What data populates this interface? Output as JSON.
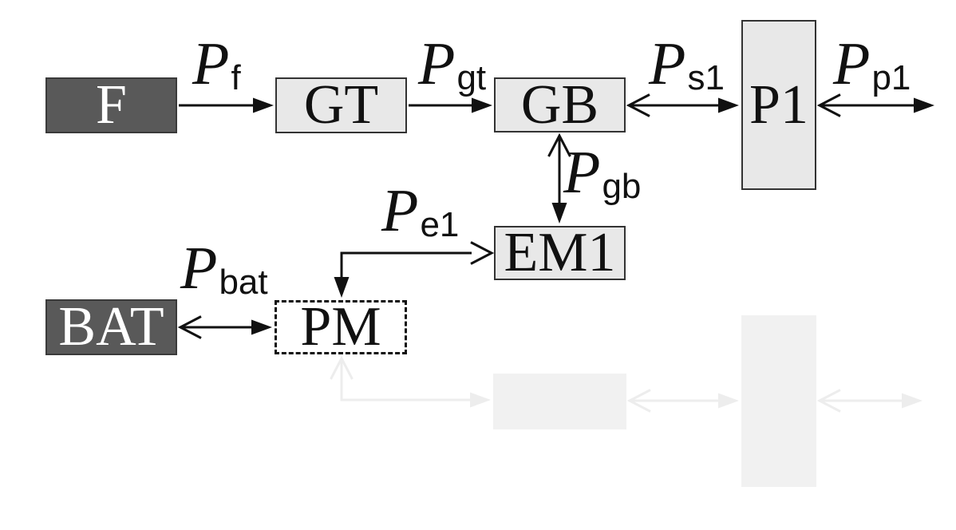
{
  "diagram": {
    "type": "block-diagram",
    "description": "Series-hybrid powertrain power-flow diagram with one faded (ghost) secondary propulsion channel",
    "blocks": {
      "f": {
        "label": "F"
      },
      "gt": {
        "label": "GT"
      },
      "gb": {
        "label": "GB"
      },
      "p1": {
        "label": "P1"
      },
      "em1": {
        "label": "EM1"
      },
      "pm": {
        "label": "PM"
      },
      "bat": {
        "label": "BAT"
      }
    },
    "flow_labels": {
      "pf": {
        "base": "P",
        "sub": "f"
      },
      "pgt": {
        "base": "P",
        "sub": "gt"
      },
      "ps1": {
        "base": "P",
        "sub": "s1"
      },
      "pp1": {
        "base": "P",
        "sub": "p1"
      },
      "pgb": {
        "base": "P",
        "sub": "gb"
      },
      "pe1": {
        "base": "P",
        "sub": "e1"
      },
      "pbat": {
        "base": "P",
        "sub": "bat"
      }
    },
    "connections": [
      {
        "from": "F",
        "to": "GT",
        "label": "P_f",
        "bidirectional": false
      },
      {
        "from": "GT",
        "to": "GB",
        "label": "P_gt",
        "bidirectional": false
      },
      {
        "from": "GB",
        "to": "P1",
        "label": "P_s1",
        "bidirectional": true
      },
      {
        "from": "P1",
        "to": "out",
        "label": "P_p1",
        "bidirectional": true
      },
      {
        "from": "GB",
        "to": "EM1",
        "label": "P_gb",
        "bidirectional": true
      },
      {
        "from": "PM",
        "to": "EM1",
        "label": "P_e1",
        "bidirectional": true,
        "shape": "elbow"
      },
      {
        "from": "BAT",
        "to": "PM",
        "label": "P_bat",
        "bidirectional": true
      }
    ],
    "ghost_layer": {
      "unlabeled_boxes": 2,
      "unlabeled_arrows": 3
    },
    "colors": {
      "background": "#ffffff",
      "dark_block_fill": "#595959",
      "dark_block_text": "#ffffff",
      "light_block_fill": "#e8e8e8",
      "block_border": "#333333",
      "arrow": "#111111",
      "text": "#111111",
      "ghost": "#f1f1f1",
      "ghost_arrow": "#ededed"
    }
  }
}
